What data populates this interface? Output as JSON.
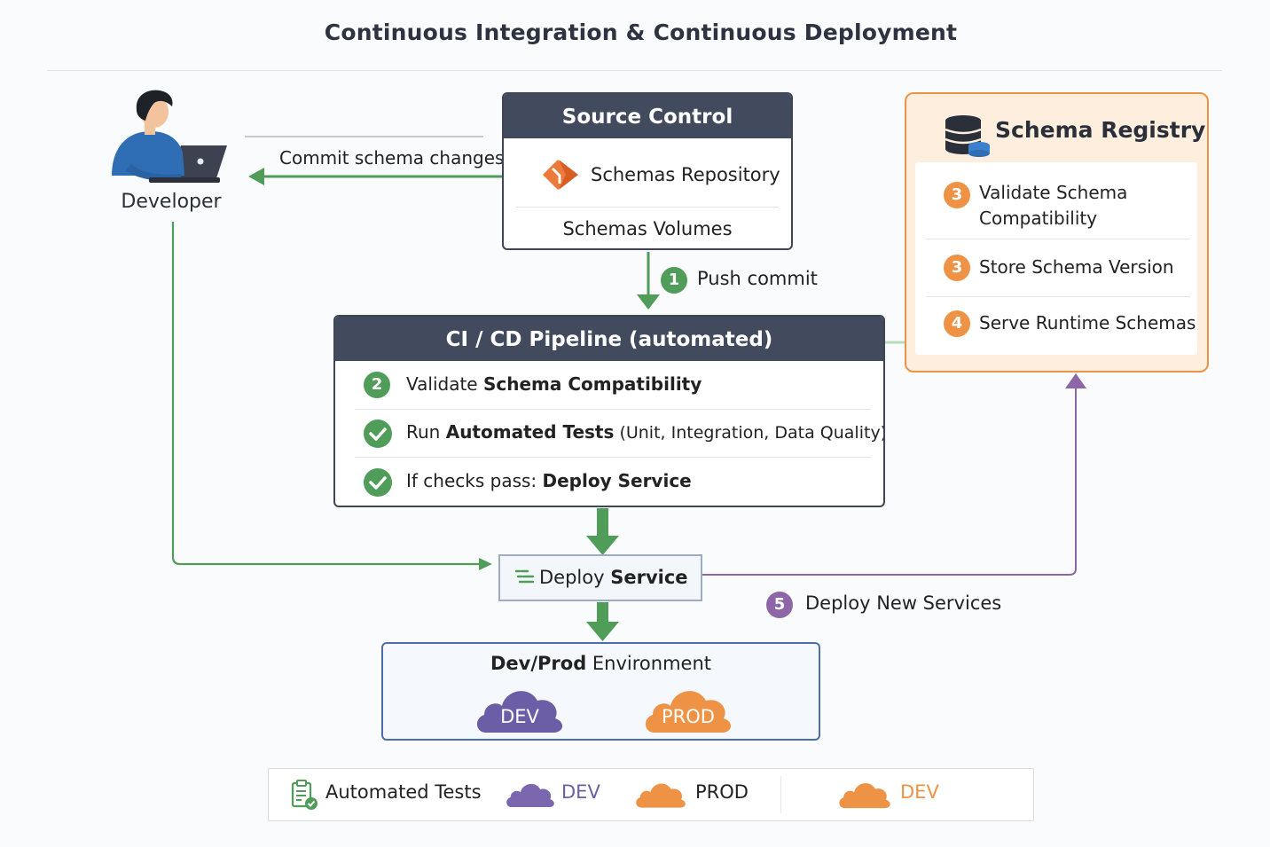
{
  "title": "Continuous Integration & Continuous Deployment",
  "developer": {
    "label": "Developer"
  },
  "commit": {
    "label": "Commit schema changes"
  },
  "source_control": {
    "title": "Source Control",
    "repository": "Schemas Repository",
    "volumes": "Schemas Volumes"
  },
  "push": {
    "badge": "1",
    "label": "Push commit"
  },
  "pipeline": {
    "title": "CI / CD Pipeline (automated)",
    "steps": [
      {
        "badge": "2",
        "prefix": "Validate ",
        "bold": "Schema Compatibility",
        "suffix": ""
      },
      {
        "badge": "check",
        "prefix": "Run ",
        "bold": "Automated Tests",
        "suffix": " (Unit, Integration, Data Quality)"
      },
      {
        "badge": "check",
        "prefix": "If checks pass: ",
        "bold": "Deploy Service",
        "suffix": ""
      }
    ]
  },
  "registry": {
    "title": "Schema Registry",
    "items": [
      {
        "badge": "3",
        "line1": "Validate Schema",
        "line2": "Compatibility"
      },
      {
        "badge": "3",
        "line1": "Store Schema Version",
        "line2": ""
      },
      {
        "badge": "4",
        "line1": "Serve Runtime Schemas",
        "line2": ""
      }
    ]
  },
  "deploy_service": {
    "prefix": "Deploy ",
    "bold": "Service"
  },
  "deploy_new": {
    "badge": "5",
    "label": "Deploy New Services"
  },
  "environment": {
    "title_bold": "Dev/Prod",
    "title_rest": " Environment",
    "dev": "DEV",
    "prod": "PROD"
  },
  "legend": {
    "tests": "Automated Tests",
    "dev": "DEV",
    "prod": "PROD",
    "dev2": "DEV"
  },
  "colors": {
    "green": "#4f9d58",
    "orange": "#ee9346",
    "purple": "#8e66a7",
    "navy": "#424a5e",
    "dev_cloud": "#6c5ea6",
    "prod_cloud": "#ee9346"
  }
}
